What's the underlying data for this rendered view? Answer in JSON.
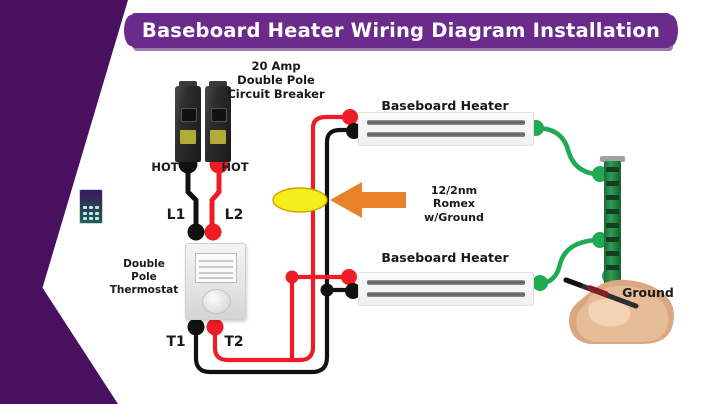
{
  "banner": {
    "title": "Baseboard Heater Wiring Diagram Installation"
  },
  "colors": {
    "banner_purple": "#6b2b8c",
    "wedge_purple": "#4a1060",
    "wire_hot_red": "#ee1c24",
    "wire_hot_black": "#111111",
    "wire_ground_green": "#1faa53",
    "arrow_orange": "#e8822a",
    "cable_marker_yellow": "#f5ec1c",
    "heater_body": "#f2f2f2",
    "breaker_body": "#262626"
  },
  "labels": {
    "breaker": "20 Amp\nDouble Pole\nCircuit Breaker",
    "thermostat": "Double\nPole\nThermostat",
    "romex": "12/2nm\nRomex\nw/Ground",
    "heater_top": "Baseboard Heater",
    "heater_bottom": "Baseboard Heater",
    "ground": "Ground",
    "hot_left": "HOT",
    "hot_right": "HOT",
    "l1": "L1",
    "l2": "L2",
    "t1": "T1",
    "t2": "T2"
  },
  "components": {
    "breaker": {
      "name": "20 Amp Double Pole Circuit Breaker",
      "poles": 2
    },
    "thermostat": {
      "name": "Double Pole Thermostat",
      "terminals": [
        "L1",
        "L2",
        "T1",
        "T2"
      ]
    },
    "heaters": [
      {
        "name": "Baseboard Heater",
        "position": "top"
      },
      {
        "name": "Baseboard Heater",
        "position": "bottom"
      }
    ],
    "ground_bar": {
      "name": "Ground Bus Bar",
      "taps": 3
    },
    "cable": {
      "type": "12/2nm Romex w/Ground"
    }
  },
  "icons": {
    "cable_marker": "cable-marker-icon",
    "arrow": "arrow-left-icon",
    "ground_symbol": "ground-symbol-icon",
    "hand": "hand-with-pen-icon",
    "calculator": "calculator-icon"
  }
}
